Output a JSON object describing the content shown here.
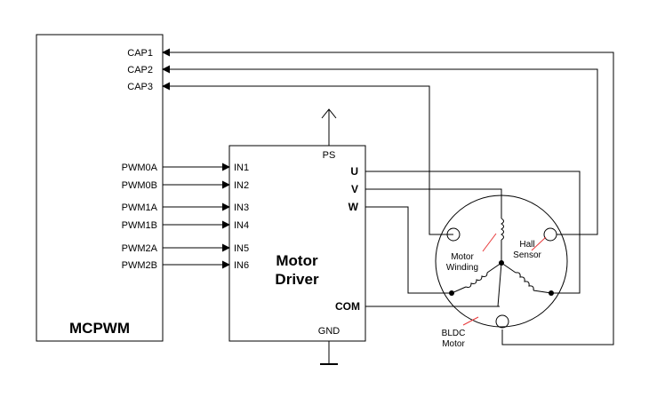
{
  "mcpwm": {
    "title": "MCPWM",
    "cap_labels": [
      "CAP1",
      "CAP2",
      "CAP3"
    ],
    "pwm_labels": [
      "PWM0A",
      "PWM0B",
      "PWM1A",
      "PWM1B",
      "PWM2A",
      "PWM2B"
    ]
  },
  "driver": {
    "title_line1": "Motor",
    "title_line2": "Driver",
    "input_labels": [
      "IN1",
      "IN2",
      "IN3",
      "IN4",
      "IN5",
      "IN6"
    ],
    "output_labels": [
      "U",
      "V",
      "W"
    ],
    "ps_label": "PS",
    "com_label": "COM",
    "gnd_label": "GND"
  },
  "motor": {
    "winding_line1": "Motor",
    "winding_line2": "Winding",
    "hall_line1": "Hall",
    "hall_line2": "Sensor",
    "bldc_line1": "BLDC",
    "bldc_line2": "Motor"
  },
  "colors": {
    "line": "#000000",
    "annotation": "#e8393a"
  }
}
